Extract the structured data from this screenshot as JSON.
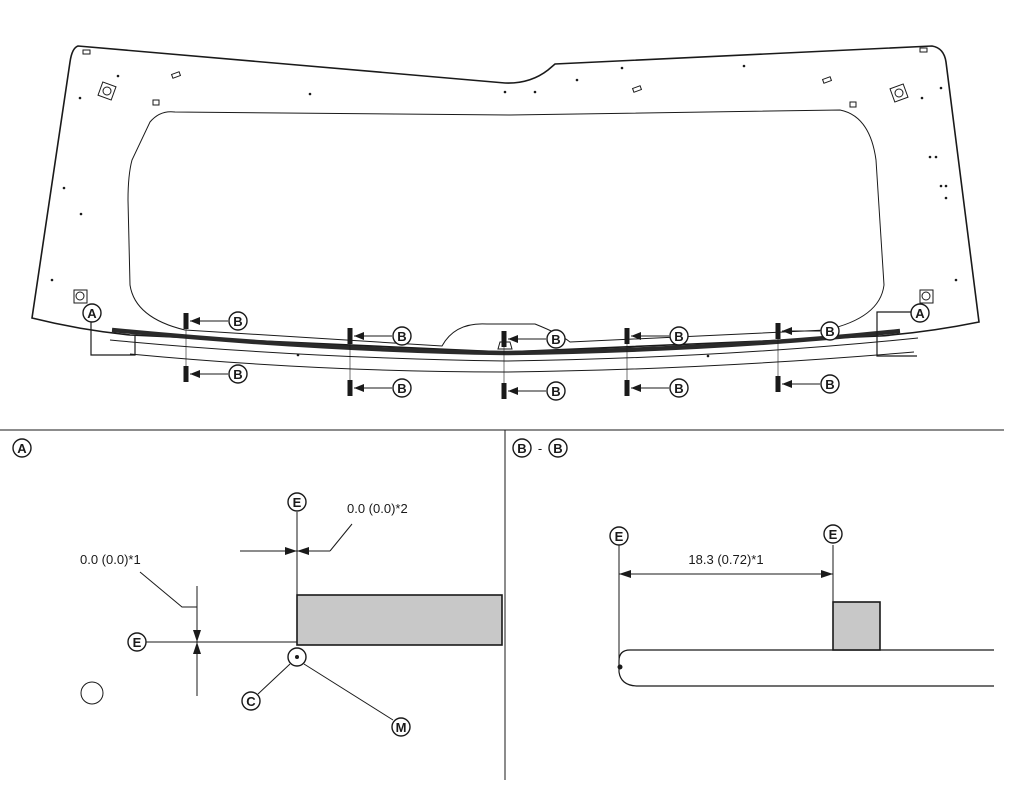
{
  "callouts": {
    "a": "A",
    "b": "B",
    "c": "C",
    "e": "E",
    "m": "M"
  },
  "detail_a": {
    "title_letter": "A",
    "dim_vertical": "0.0 (0.0)*1",
    "dim_horizontal": "0.0 (0.0)*2"
  },
  "section_bb": {
    "title_left": "B",
    "title_sep": "-",
    "title_right": "B",
    "dim": "18.3 (0.72)*1"
  },
  "colors": {
    "line": "#1a1a1a",
    "fill_gray": "#c8c8c8",
    "strip": "#2a2a2a"
  }
}
